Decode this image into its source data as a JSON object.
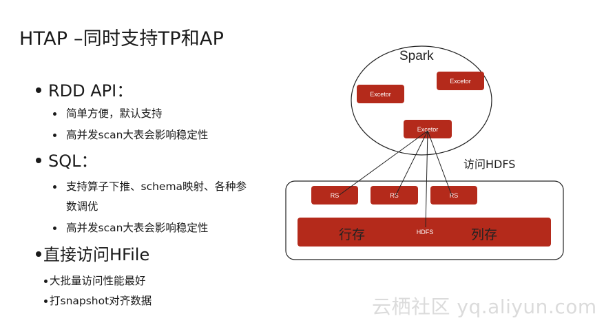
{
  "title": "HTAP –同时支持TP和AP",
  "sections": [
    {
      "heading": "RDD API：",
      "items": [
        "简单方便，默认支持",
        "高并发scan大表会影响稳定性"
      ]
    },
    {
      "heading": "SQL：",
      "items": [
        "支持算子下推、schema映射、各种参",
        "数调优",
        "高并发scan大表会影响稳定性"
      ]
    },
    {
      "heading": "直接访问HFile",
      "items": [
        "大批量访问性能最好",
        "打snapshot对齐数据"
      ]
    }
  ],
  "diagram": {
    "spark_label": "Spark",
    "executor_label": "Excetor",
    "access_label": "访问HDFS",
    "rs_label": "RS",
    "hdfs_label": "HDFS",
    "row_store": "行存",
    "col_store": "列存"
  },
  "colors": {
    "node_red": "#b42a1b"
  },
  "watermark": "云栖社区 yq.aliyun.com"
}
